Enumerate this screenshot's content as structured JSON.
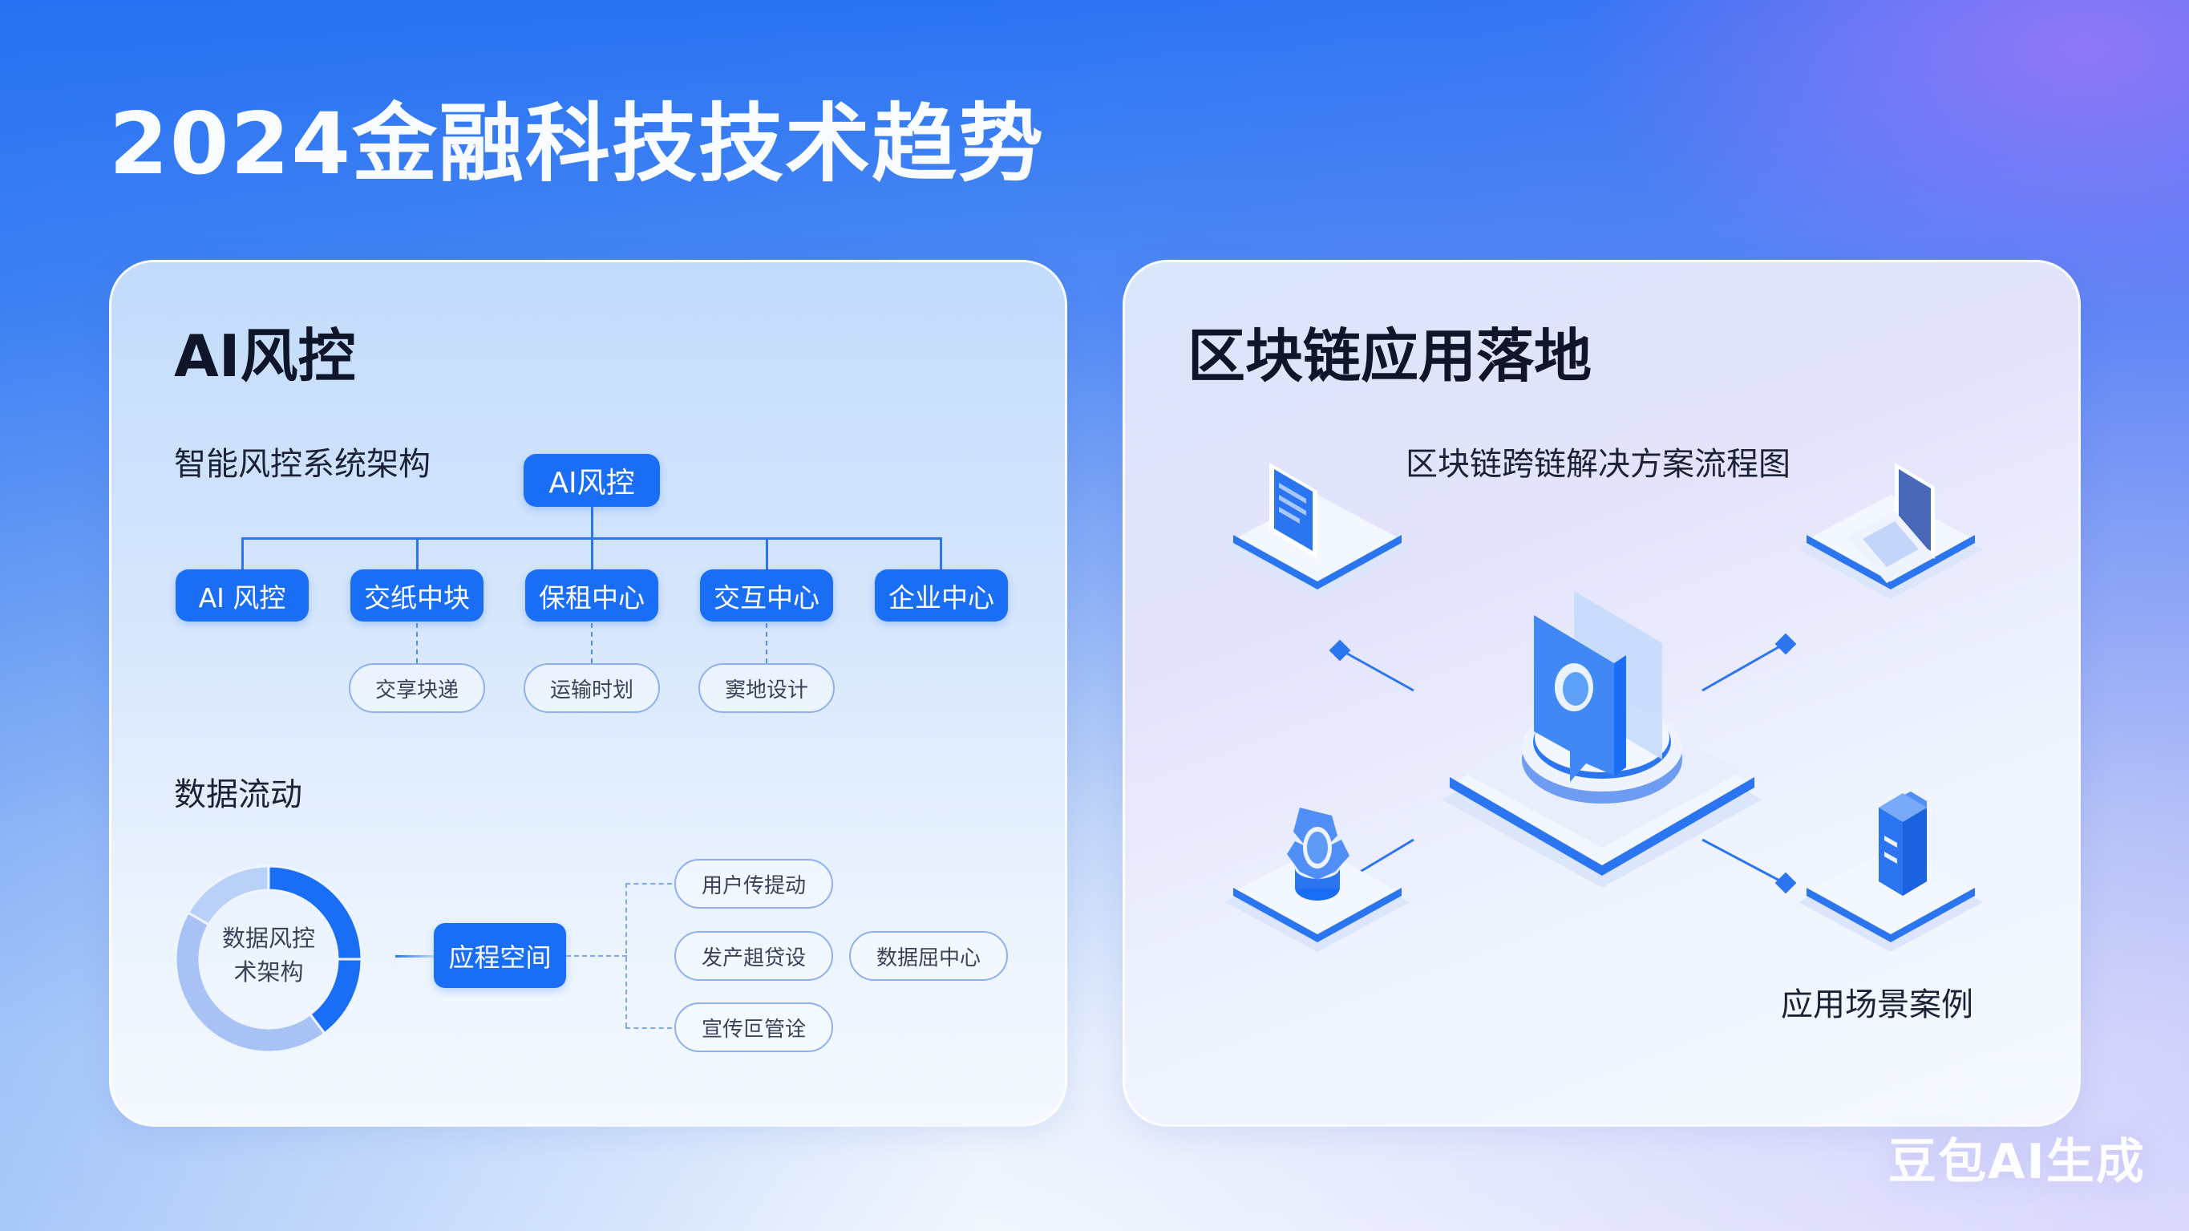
{
  "page": {
    "title": "2024金融科技技术趋势",
    "watermark": "豆包AI生成"
  },
  "left_panel": {
    "title": "AI风控",
    "architecture": {
      "label": "智能风控系统架构",
      "root": "AI风控",
      "children": [
        {
          "label": "AI 风控",
          "sub": null
        },
        {
          "label": "交纸中块",
          "sub": "交享块递"
        },
        {
          "label": "保租中心",
          "sub": "运输时划"
        },
        {
          "label": "交互中心",
          "sub": "窦地设计"
        },
        {
          "label": "企业中心",
          "sub": null
        }
      ]
    },
    "data_flow": {
      "label": "数据流动",
      "donut": {
        "center_line1": "数据风控",
        "center_line2": "术架构",
        "segments": [
          {
            "start_deg": 0,
            "end_deg": 90,
            "color": "#1a6ef5"
          },
          {
            "start_deg": 90,
            "end_deg": 143,
            "color": "#1a6ef5"
          },
          {
            "start_deg": 143,
            "end_deg": 300,
            "color": "#a9c2f5"
          },
          {
            "start_deg": 300,
            "end_deg": 360,
            "color": "#b9d0f8"
          }
        ]
      },
      "hub": "应程空间",
      "branches": [
        "用户传提动",
        "发产趄贷设",
        "宣传叵管诠"
      ],
      "extra": "数据屈中心"
    }
  },
  "right_panel": {
    "title": "区块链应用落地",
    "flow_title": "区块链跨链解决方案流程图",
    "center_icon": "blockchain-hub",
    "corner_icons": [
      "monitor-document",
      "laptop",
      "shield-node",
      "server-document"
    ],
    "caption": "应用场景案例"
  },
  "colors": {
    "accent": "#1a6ef5",
    "pill_border": "#8fb0ef",
    "title_text": "#0f1629",
    "bg_top_left": "#2a74f3",
    "bg_top_right": "#9379f7"
  }
}
